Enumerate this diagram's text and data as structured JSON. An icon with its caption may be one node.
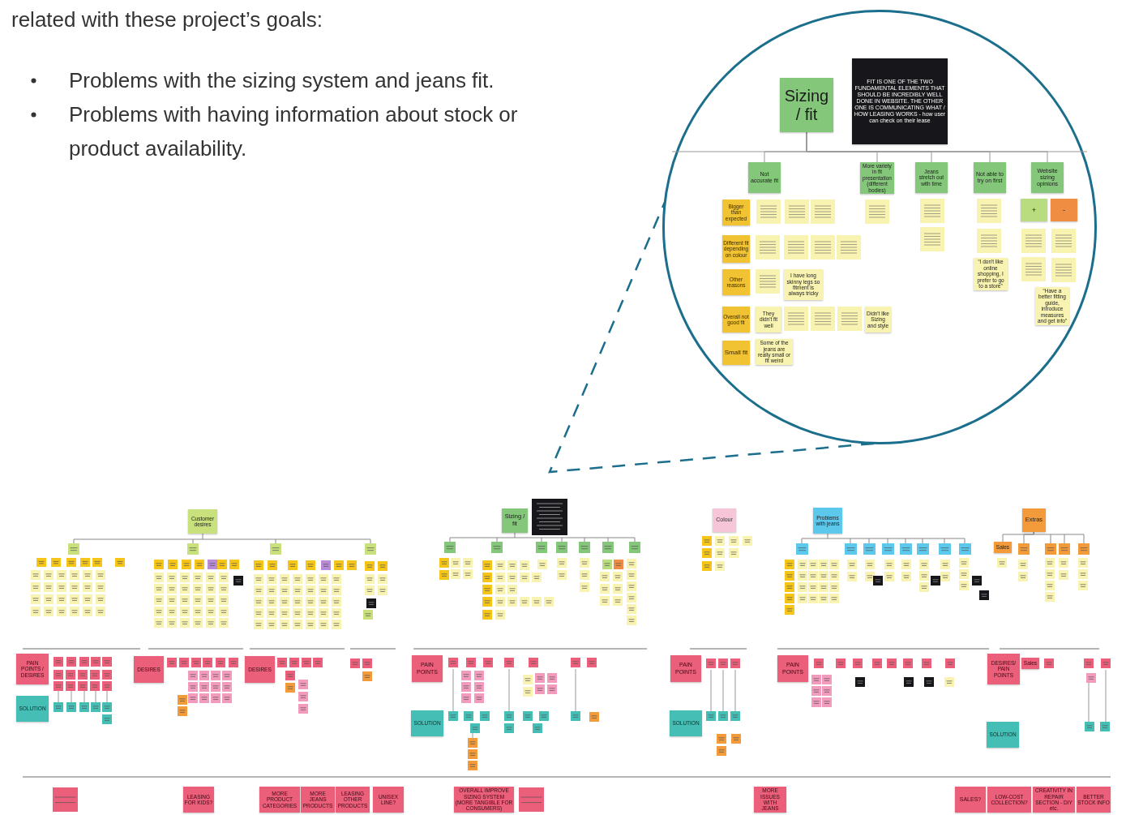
{
  "diagram": {
    "nodes": [
      {
        "text": [],
        "shape": "circle"
      },
      {
        "text": [
          "Sizing / fit"
        ],
        "in": 0
      },
      {
        "text": [
          "FIT IS ONE OF THE TWO FUNDAMENTAL ELEMENTS THAT SHOULD BE INCREDIBLY WELL DONE IN WEBSITE. THE OTHER ONE IS COMMUNICATING WHAT / HOW LEASING WORKS - how user can check on their lease"
        ],
        "in": 0
      },
      {
        "text": [
          "Not accurate fit"
        ],
        "in": 0
      },
      {
        "text": [
          "More variety in fit presentation (different bodies)"
        ],
        "in": 0
      },
      {
        "text": [
          "Jeans stretch out with time"
        ],
        "in": 0
      },
      {
        "text": [
          "Not able to try on first"
        ],
        "in": 0
      },
      {
        "text": [
          "Website sizing opinions"
        ],
        "in": 0
      },
      {
        "text": [
          "Bigger than expected"
        ],
        "in": 0
      },
      {
        "text": [
          "Different fit depending on colour"
        ],
        "in": 0
      },
      {
        "text": [
          "Other reasons"
        ],
        "in": 0
      },
      {
        "text": [
          "Overall not good fit"
        ],
        "in": 0
      },
      {
        "text": [
          "Small fit"
        ],
        "in": 0
      },
      {
        "text": [
          "I have long skinny legs so fitment is always tricky"
        ],
        "in": 0
      },
      {
        "text": [
          "They didn't fit well"
        ],
        "in": 0
      },
      {
        "text": [
          "Didn't like Sizing and style"
        ],
        "in": 0
      },
      {
        "text": [
          "Some of the jeans are really small or fit weird"
        ],
        "in": 0
      },
      {
        "text": [
          "“I don't like online shopping, I prefer to go to a store”"
        ],
        "in": 0
      },
      {
        "text": [
          "+"
        ],
        "in": 0
      },
      {
        "text": [
          "-"
        ],
        "in": 0
      },
      {
        "text": [
          "“Have a better fitting guide, introduce measures and get info”"
        ],
        "in": 0
      },
      {
        "text": [
          "Customer desires"
        ]
      },
      {
        "text": [
          "Sizing / fit"
        ]
      },
      {
        "text": [
          "Colour"
        ]
      },
      {
        "text": [
          "Problems with jeans"
        ]
      },
      {
        "text": [
          "Extras"
        ]
      },
      {
        "text": [
          "Sales"
        ]
      },
      {
        "text": [
          "PAIN POINTS / DESIRES"
        ]
      },
      {
        "text": [
          "SOLUTION"
        ]
      },
      {
        "text": [
          "DESIRES"
        ]
      },
      {
        "text": [
          "DESIRES"
        ]
      },
      {
        "text": [
          "PAIN POINTS"
        ]
      },
      {
        "text": [
          "SOLUTION"
        ]
      },
      {
        "text": [
          "PAIN POINTS"
        ]
      },
      {
        "text": [
          "SOLUTION"
        ]
      },
      {
        "text": [
          "PAIN POINTS"
        ]
      },
      {
        "text": [
          "DESIRES/ PAIN POINTS"
        ]
      },
      {
        "text": [
          "Sales"
        ]
      },
      {
        "text": [
          "SOLUTION"
        ]
      },
      {
        "text": [
          "LEASING FOR KIDS?"
        ]
      },
      {
        "text": [
          "MORE PRODUCT CATEGORIES"
        ]
      },
      {
        "text": [
          "MORE JEANS PRODUCTS"
        ]
      },
      {
        "text": [
          "LEASING OTHER PRODUCTS"
        ]
      },
      {
        "text": [
          "UNISEX LINE?"
        ]
      },
      {
        "text": [
          "OVERALL IMPROVE SIZING SYSTEM (MORE TANGIBLE FOR CONSUMERS)"
        ]
      },
      {
        "text": [
          "MORE ISSUES WITH JEANS"
        ]
      },
      {
        "text": [
          "SALES?"
        ]
      },
      {
        "text": [
          "LOW-COST COLLECTION?"
        ]
      },
      {
        "text": [
          "CREATIVITY IN REPAIR SECTION - DIY etc."
        ]
      },
      {
        "text": [
          "BETTER STOCK INFO"
        ]
      }
    ],
    "edges": [
      {
        "from": 1,
        "to": 3,
        "arrow": "none"
      },
      {
        "from": 1,
        "to": 4,
        "arrow": "none"
      },
      {
        "from": 1,
        "to": 5,
        "arrow": "none"
      },
      {
        "from": 1,
        "to": 6,
        "arrow": "none"
      },
      {
        "from": 1,
        "to": 7,
        "arrow": "none"
      },
      {
        "from": 0,
        "to": null,
        "arrow": "none",
        "style": "dashed",
        "color": "#1b6f8c"
      },
      {
        "from": 25,
        "to": 26,
        "arrow": "none"
      }
    ],
    "labels": [
      "related with these project’s goals:",
      "Problems with the sizing system and jeans fit.",
      "Problems with having information about stock or product availability."
    ]
  }
}
